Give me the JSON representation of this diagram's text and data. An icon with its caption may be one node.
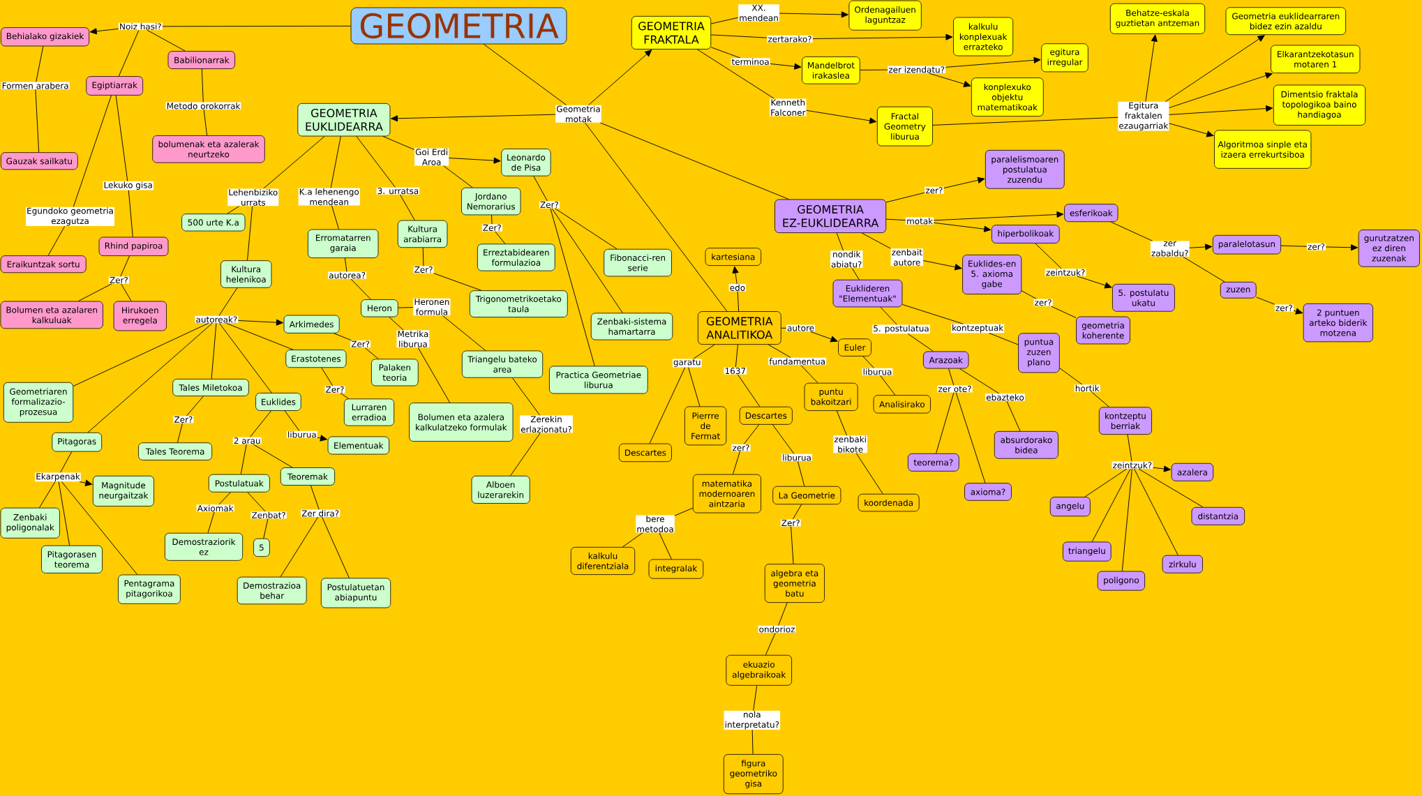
{
  "diagram": {
    "nodes": [
      {
        "text": [
          "GEOMETRIA"
        ]
      },
      {
        "text": [
          "Noiz hasi?"
        ]
      },
      {
        "text": [
          "Behialako gizakiek"
        ]
      },
      {
        "text": [
          "Formen arabera"
        ]
      },
      {
        "text": [
          "Gauzak sailkatu"
        ]
      },
      {
        "text": [
          "Babilionarrak"
        ]
      },
      {
        "text": [
          "Metodo orokorrak"
        ]
      },
      {
        "text": [
          "bolumenak eta azalerak neurtzeko"
        ]
      },
      {
        "text": [
          "Egiptiarrak"
        ]
      },
      {
        "text": [
          "Egundoko geometria ezagutza"
        ]
      },
      {
        "text": [
          "Eraikuntzak sortu"
        ]
      },
      {
        "text": [
          "Lekuko gisa"
        ]
      },
      {
        "text": [
          "Rhind papiroa"
        ]
      },
      {
        "text": [
          "Zer?"
        ]
      },
      {
        "text": [
          "Bolumen eta azalaren kalkuluak"
        ]
      },
      {
        "text": [
          "Hirukoen erregela"
        ]
      },
      {
        "text": [
          "Geometria motak"
        ]
      },
      {
        "text": [
          "GEOMETRIA EUKLIDEARRA"
        ]
      },
      {
        "text": [
          "Lehenbiziko urrats"
        ]
      },
      {
        "text": [
          "500 urte K.a"
        ]
      },
      {
        "text": [
          "Kultura helenikoa"
        ]
      },
      {
        "text": [
          "autoreak?"
        ]
      },
      {
        "text": [
          "Arkimedes"
        ]
      },
      {
        "text": [
          "Zer?"
        ]
      },
      {
        "text": [
          "Palaken teoria"
        ]
      },
      {
        "text": [
          "Erastotenes"
        ]
      },
      {
        "text": [
          "Zer?"
        ]
      },
      {
        "text": [
          "Lurraren erradioa"
        ]
      },
      {
        "text": [
          "Geometriaren formalizazio-prozesua"
        ]
      },
      {
        "text": [
          "Tales Miletokoa"
        ]
      },
      {
        "text": [
          "Zer?"
        ]
      },
      {
        "text": [
          "Tales Teorema"
        ]
      },
      {
        "text": [
          "Euklides"
        ]
      },
      {
        "text": [
          "liburua"
        ]
      },
      {
        "text": [
          "Elementuak"
        ]
      },
      {
        "text": [
          "2 arau"
        ]
      },
      {
        "text": [
          "Postulatuak"
        ]
      },
      {
        "text": [
          "Axiomak"
        ]
      },
      {
        "text": [
          "Demostraziorik ez"
        ]
      },
      {
        "text": [
          "Zenbat?"
        ]
      },
      {
        "text": [
          "5"
        ]
      },
      {
        "text": [
          "Teoremak"
        ]
      },
      {
        "text": [
          "Zer dira?"
        ]
      },
      {
        "text": [
          "Demostrazioa behar"
        ]
      },
      {
        "text": [
          "Postulatuetan abiapuntu"
        ]
      },
      {
        "text": [
          "Pitagoras"
        ]
      },
      {
        "text": [
          "Ekarpenak"
        ]
      },
      {
        "text": [
          "Magnitude neurgaitzak"
        ]
      },
      {
        "text": [
          "Zenbaki poligonalak"
        ]
      },
      {
        "text": [
          "Pitagorasen teorema"
        ]
      },
      {
        "text": [
          "Pentagrama pitagorikoa"
        ]
      },
      {
        "text": [
          "K.a lehenengo mendean"
        ]
      },
      {
        "text": [
          "Erromatarren garaia"
        ]
      },
      {
        "text": [
          "autorea?"
        ]
      },
      {
        "text": [
          "Heron"
        ]
      },
      {
        "text": [
          "Heronen formula"
        ]
      },
      {
        "text": [
          "Triangelu bateko area"
        ]
      },
      {
        "text": [
          "Zerekin erlazionatu?"
        ]
      },
      {
        "text": [
          "Alboen luzerarekin"
        ]
      },
      {
        "text": [
          "Metrika liburua"
        ]
      },
      {
        "text": [
          "Bolumen eta azalera kalkulatzeko formulak"
        ]
      },
      {
        "text": [
          "3. urratsa"
        ]
      },
      {
        "text": [
          "Kultura arabiarra"
        ]
      },
      {
        "text": [
          "Zer?"
        ]
      },
      {
        "text": [
          "Trigonometrikoetako taula"
        ]
      },
      {
        "text": [
          "Goi Erdi Aroa"
        ]
      },
      {
        "text": [
          "Leonardo de Pisa"
        ]
      },
      {
        "text": [
          "Zer?"
        ]
      },
      {
        "text": [
          "Fibonacci-ren serie"
        ]
      },
      {
        "text": [
          "Zenbaki-sistema hamartarra"
        ]
      },
      {
        "text": [
          "Practica Geometriae liburua"
        ]
      },
      {
        "text": [
          "Jordano Nemorarius"
        ]
      },
      {
        "text": [
          "Zer?"
        ]
      },
      {
        "text": [
          "Erreztabidearen formulazioa"
        ]
      },
      {
        "text": [
          "GEOMETRIA FRAKTALA"
        ]
      },
      {
        "text": [
          "XX. mendean"
        ]
      },
      {
        "text": [
          "Ordenagailuen laguntzaz"
        ]
      },
      {
        "text": [
          "zertarako?"
        ]
      },
      {
        "text": [
          "kalkulu konplexuak errazteko"
        ]
      },
      {
        "text": [
          "terminoa"
        ]
      },
      {
        "text": [
          "Mandelbrot irakaslea"
        ]
      },
      {
        "text": [
          "zer izendatu?"
        ]
      },
      {
        "text": [
          "egitura irregular"
        ]
      },
      {
        "text": [
          "konplexuko objektu matematikoak"
        ]
      },
      {
        "text": [
          "Kenneth Falconer"
        ]
      },
      {
        "text": [
          "Fractal Geometry liburua"
        ]
      },
      {
        "text": [
          "Egitura fraktalen ezaugarriak"
        ]
      },
      {
        "text": [
          "Behatze-eskala guztietan antzeman"
        ]
      },
      {
        "text": [
          "Geometria euklidearraren bidez ezin azaldu"
        ]
      },
      {
        "text": [
          "Elkarantzekotasun motaren 1"
        ]
      },
      {
        "text": [
          "Dimentsio fraktala topologikoa baino handiagoa"
        ]
      },
      {
        "text": [
          "Algoritmoa sinple eta izaera errekurtsiboa"
        ]
      },
      {
        "text": [
          "GEOMETRIA EZ-EUKLIDEARRA"
        ]
      },
      {
        "text": [
          "zer?"
        ]
      },
      {
        "text": [
          "paralelismoaren postulatua zuzendu"
        ]
      },
      {
        "text": [
          "motak"
        ]
      },
      {
        "text": [
          "esferikoak"
        ]
      },
      {
        "text": [
          "zer zabaldu?"
        ]
      },
      {
        "text": [
          "paralelotasun"
        ]
      },
      {
        "text": [
          "zer?"
        ]
      },
      {
        "text": [
          "gurutzatzen ez diren zuzenak"
        ]
      },
      {
        "text": [
          "zuzen"
        ]
      },
      {
        "text": [
          "zer?"
        ]
      },
      {
        "text": [
          "2 puntuen arteko biderik motzena"
        ]
      },
      {
        "text": [
          "hiperbolikoak"
        ]
      },
      {
        "text": [
          "zeintzuk?"
        ]
      },
      {
        "text": [
          "5. postulatu ukatu"
        ]
      },
      {
        "text": [
          "zenbait autore"
        ]
      },
      {
        "text": [
          "Euklides-en 5. axioma gabe"
        ]
      },
      {
        "text": [
          "zer?"
        ]
      },
      {
        "text": [
          "geometria koherente"
        ]
      },
      {
        "text": [
          "nondik abiatu?"
        ]
      },
      {
        "text": [
          "Euklideren \"Elementuak\""
        ]
      },
      {
        "text": [
          "5. postulatua"
        ]
      },
      {
        "text": [
          "Arazoak"
        ]
      },
      {
        "text": [
          "zer ote?"
        ]
      },
      {
        "text": [
          "teorema?"
        ]
      },
      {
        "text": [
          "axioma?"
        ]
      },
      {
        "text": [
          "ebazteko"
        ]
      },
      {
        "text": [
          "absurdorako bidea"
        ]
      },
      {
        "text": [
          "kontzeptuak"
        ]
      },
      {
        "text": [
          "puntua zuzen plano"
        ]
      },
      {
        "text": [
          "hortik"
        ]
      },
      {
        "text": [
          "kontzeptu berriak"
        ]
      },
      {
        "text": [
          "zeintzuk?"
        ]
      },
      {
        "text": [
          "azalera"
        ]
      },
      {
        "text": [
          "angelu"
        ]
      },
      {
        "text": [
          "distantzia"
        ]
      },
      {
        "text": [
          "triangelu"
        ]
      },
      {
        "text": [
          "zirkulu"
        ]
      },
      {
        "text": [
          "poligono"
        ]
      },
      {
        "text": [
          "GEOMETRIA ANALITIKOA"
        ]
      },
      {
        "text": [
          "edo"
        ]
      },
      {
        "text": [
          "kartesiana"
        ]
      },
      {
        "text": [
          "autore"
        ]
      },
      {
        "text": [
          "Euler"
        ]
      },
      {
        "text": [
          "liburua"
        ]
      },
      {
        "text": [
          "Analisirako"
        ]
      },
      {
        "text": [
          "fundamentua"
        ]
      },
      {
        "text": [
          "puntu bakoitzari"
        ]
      },
      {
        "text": [
          "zenbaki bikote"
        ]
      },
      {
        "text": [
          "koordenada"
        ]
      },
      {
        "text": [
          "garatu"
        ]
      },
      {
        "text": [
          "Descartes"
        ]
      },
      {
        "text": [
          "Pierrre de Fermat"
        ]
      },
      {
        "text": [
          "1637"
        ]
      },
      {
        "text": [
          "Descartes"
        ]
      },
      {
        "text": [
          "zer?"
        ]
      },
      {
        "text": [
          "matematika modernoaren aintzaria"
        ]
      },
      {
        "text": [
          "bere metodoa"
        ]
      },
      {
        "text": [
          "kalkulu diferentziala"
        ]
      },
      {
        "text": [
          "integralak"
        ]
      },
      {
        "text": [
          "liburua"
        ]
      },
      {
        "text": [
          "La Geometrie"
        ]
      },
      {
        "text": [
          "Zer?"
        ]
      },
      {
        "text": [
          "algebra eta geometria batu"
        ]
      },
      {
        "text": [
          "ondorioz"
        ]
      },
      {
        "text": [
          "ekuazio algebraikoak"
        ]
      },
      {
        "text": [
          "nola interpretatu?"
        ]
      },
      {
        "text": [
          "figura geometriko gisa"
        ]
      }
    ],
    "edges": [
      {
        "from": 0,
        "to": 1,
        "arrow": "none"
      },
      {
        "from": 1,
        "to": 2,
        "arrow": "to"
      },
      {
        "from": 1,
        "to": 8,
        "arrow": "none"
      },
      {
        "from": 1,
        "to": 5,
        "arrow": "none"
      },
      {
        "from": 2,
        "to": 3,
        "arrow": "none"
      },
      {
        "from": 3,
        "to": 4,
        "arrow": "none"
      },
      {
        "from": 5,
        "to": 6,
        "arrow": "none"
      },
      {
        "from": 6,
        "to": 7,
        "arrow": "none"
      },
      {
        "from": 8,
        "to": 9,
        "arrow": "none"
      },
      {
        "from": 9,
        "to": 10,
        "arrow": "none"
      },
      {
        "from": 8,
        "to": 11,
        "arrow": "none"
      },
      {
        "from": 11,
        "to": 12,
        "arrow": "none"
      },
      {
        "from": 12,
        "to": 13,
        "arrow": "none"
      },
      {
        "from": 13,
        "to": 14,
        "arrow": "none"
      },
      {
        "from": 13,
        "to": 15,
        "arrow": "none"
      },
      {
        "from": 0,
        "to": 16,
        "arrow": "none"
      },
      {
        "from": 16,
        "to": 17,
        "arrow": "to"
      },
      {
        "from": 16,
        "to": 74,
        "arrow": "to"
      },
      {
        "from": 16,
        "to": 92,
        "arrow": "none"
      },
      {
        "from": 16,
        "to": 131,
        "arrow": "none"
      },
      {
        "from": 17,
        "to": 18,
        "arrow": "none"
      },
      {
        "from": 18,
        "to": 19,
        "arrow": "none"
      },
      {
        "from": 18,
        "to": 20,
        "arrow": "none"
      },
      {
        "from": 20,
        "to": 21,
        "arrow": "none"
      },
      {
        "from": 21,
        "to": 22,
        "arrow": "to"
      },
      {
        "from": 21,
        "to": 25,
        "arrow": "none"
      },
      {
        "from": 21,
        "to": 32,
        "arrow": "none"
      },
      {
        "from": 21,
        "to": 29,
        "arrow": "none"
      },
      {
        "from": 21,
        "to": 45,
        "arrow": "none"
      },
      {
        "from": 21,
        "to": 28,
        "arrow": "none"
      },
      {
        "from": 22,
        "to": 23,
        "arrow": "none"
      },
      {
        "from": 23,
        "to": 24,
        "arrow": "none"
      },
      {
        "from": 25,
        "to": 26,
        "arrow": "none"
      },
      {
        "from": 26,
        "to": 27,
        "arrow": "none"
      },
      {
        "from": 29,
        "to": 30,
        "arrow": "none"
      },
      {
        "from": 30,
        "to": 31,
        "arrow": "none"
      },
      {
        "from": 32,
        "to": 33,
        "arrow": "none"
      },
      {
        "from": 33,
        "to": 34,
        "arrow": "to"
      },
      {
        "from": 32,
        "to": 35,
        "arrow": "none"
      },
      {
        "from": 35,
        "to": 36,
        "arrow": "none"
      },
      {
        "from": 35,
        "to": 41,
        "arrow": "none"
      },
      {
        "from": 36,
        "to": 37,
        "arrow": "none"
      },
      {
        "from": 37,
        "to": 38,
        "arrow": "none"
      },
      {
        "from": 36,
        "to": 39,
        "arrow": "none"
      },
      {
        "from": 39,
        "to": 40,
        "arrow": "none"
      },
      {
        "from": 41,
        "to": 42,
        "arrow": "none"
      },
      {
        "from": 42,
        "to": 43,
        "arrow": "none"
      },
      {
        "from": 42,
        "to": 44,
        "arrow": "none"
      },
      {
        "from": 45,
        "to": 46,
        "arrow": "none"
      },
      {
        "from": 46,
        "to": 47,
        "arrow": "to"
      },
      {
        "from": 46,
        "to": 48,
        "arrow": "none"
      },
      {
        "from": 46,
        "to": 49,
        "arrow": "none"
      },
      {
        "from": 46,
        "to": 50,
        "arrow": "none"
      },
      {
        "from": 17,
        "to": 51,
        "arrow": "none"
      },
      {
        "from": 51,
        "to": 52,
        "arrow": "none"
      },
      {
        "from": 52,
        "to": 53,
        "arrow": "none"
      },
      {
        "from": 53,
        "to": 54,
        "arrow": "none"
      },
      {
        "from": 54,
        "to": 55,
        "arrow": "none"
      },
      {
        "from": 55,
        "to": 56,
        "arrow": "none"
      },
      {
        "from": 56,
        "to": 57,
        "arrow": "none"
      },
      {
        "from": 57,
        "to": 58,
        "arrow": "none"
      },
      {
        "from": 54,
        "to": 59,
        "arrow": "none"
      },
      {
        "from": 59,
        "to": 60,
        "arrow": "none"
      },
      {
        "from": 17,
        "to": 61,
        "arrow": "none"
      },
      {
        "from": 61,
        "to": 62,
        "arrow": "none"
      },
      {
        "from": 62,
        "to": 63,
        "arrow": "none"
      },
      {
        "from": 63,
        "to": 64,
        "arrow": "none"
      },
      {
        "from": 17,
        "to": 65,
        "arrow": "none"
      },
      {
        "from": 65,
        "to": 66,
        "arrow": "to"
      },
      {
        "from": 65,
        "to": 71,
        "arrow": "none"
      },
      {
        "from": 66,
        "to": 67,
        "arrow": "none"
      },
      {
        "from": 67,
        "to": 68,
        "arrow": "none"
      },
      {
        "from": 67,
        "to": 69,
        "arrow": "none"
      },
      {
        "from": 67,
        "to": 70,
        "arrow": "none"
      },
      {
        "from": 71,
        "to": 72,
        "arrow": "none"
      },
      {
        "from": 72,
        "to": 73,
        "arrow": "none"
      },
      {
        "from": 74,
        "to": 75,
        "arrow": "none"
      },
      {
        "from": 75,
        "to": 76,
        "arrow": "to"
      },
      {
        "from": 74,
        "to": 77,
        "arrow": "none"
      },
      {
        "from": 77,
        "to": 78,
        "arrow": "to"
      },
      {
        "from": 74,
        "to": 79,
        "arrow": "none"
      },
      {
        "from": 79,
        "to": 80,
        "arrow": "to"
      },
      {
        "from": 80,
        "to": 81,
        "arrow": "none"
      },
      {
        "from": 81,
        "to": 82,
        "arrow": "to"
      },
      {
        "from": 81,
        "to": 83,
        "arrow": "to"
      },
      {
        "from": 74,
        "to": 84,
        "arrow": "none"
      },
      {
        "from": 84,
        "to": 85,
        "arrow": "to"
      },
      {
        "from": 85,
        "to": 86,
        "arrow": "none"
      },
      {
        "from": 86,
        "to": 87,
        "arrow": "to"
      },
      {
        "from": 86,
        "to": 88,
        "arrow": "to"
      },
      {
        "from": 86,
        "to": 89,
        "arrow": "to"
      },
      {
        "from": 86,
        "to": 90,
        "arrow": "to"
      },
      {
        "from": 86,
        "to": 91,
        "arrow": "to"
      },
      {
        "from": 92,
        "to": 93,
        "arrow": "none"
      },
      {
        "from": 93,
        "to": 94,
        "arrow": "to"
      },
      {
        "from": 92,
        "to": 95,
        "arrow": "none"
      },
      {
        "from": 95,
        "to": 96,
        "arrow": "to"
      },
      {
        "from": 95,
        "to": 104,
        "arrow": "to"
      },
      {
        "from": 96,
        "to": 97,
        "arrow": "none"
      },
      {
        "from": 97,
        "to": 98,
        "arrow": "to"
      },
      {
        "from": 97,
        "to": 101,
        "arrow": "none"
      },
      {
        "from": 98,
        "to": 99,
        "arrow": "none"
      },
      {
        "from": 99,
        "to": 100,
        "arrow": "to"
      },
      {
        "from": 101,
        "to": 102,
        "arrow": "none"
      },
      {
        "from": 102,
        "to": 103,
        "arrow": "to"
      },
      {
        "from": 104,
        "to": 105,
        "arrow": "none"
      },
      {
        "from": 105,
        "to": 106,
        "arrow": "to"
      },
      {
        "from": 92,
        "to": 107,
        "arrow": "none"
      },
      {
        "from": 107,
        "to": 108,
        "arrow": "to"
      },
      {
        "from": 108,
        "to": 109,
        "arrow": "none"
      },
      {
        "from": 109,
        "to": 110,
        "arrow": "none"
      },
      {
        "from": 92,
        "to": 111,
        "arrow": "none"
      },
      {
        "from": 111,
        "to": 112,
        "arrow": "none"
      },
      {
        "from": 112,
        "to": 113,
        "arrow": "none"
      },
      {
        "from": 113,
        "to": 114,
        "arrow": "none"
      },
      {
        "from": 114,
        "to": 115,
        "arrow": "none"
      },
      {
        "from": 115,
        "to": 116,
        "arrow": "none"
      },
      {
        "from": 115,
        "to": 117,
        "arrow": "none"
      },
      {
        "from": 114,
        "to": 118,
        "arrow": "none"
      },
      {
        "from": 118,
        "to": 119,
        "arrow": "none"
      },
      {
        "from": 112,
        "to": 120,
        "arrow": "none"
      },
      {
        "from": 120,
        "to": 121,
        "arrow": "none"
      },
      {
        "from": 121,
        "to": 122,
        "arrow": "none"
      },
      {
        "from": 122,
        "to": 123,
        "arrow": "none"
      },
      {
        "from": 123,
        "to": 124,
        "arrow": "none"
      },
      {
        "from": 124,
        "to": 125,
        "arrow": "to"
      },
      {
        "from": 124,
        "to": 126,
        "arrow": "none"
      },
      {
        "from": 124,
        "to": 127,
        "arrow": "none"
      },
      {
        "from": 124,
        "to": 128,
        "arrow": "none"
      },
      {
        "from": 124,
        "to": 129,
        "arrow": "none"
      },
      {
        "from": 124,
        "to": 130,
        "arrow": "none"
      },
      {
        "from": 131,
        "to": 132,
        "arrow": "none"
      },
      {
        "from": 132,
        "to": 133,
        "arrow": "to"
      },
      {
        "from": 131,
        "to": 134,
        "arrow": "none"
      },
      {
        "from": 134,
        "to": 135,
        "arrow": "to"
      },
      {
        "from": 135,
        "to": 136,
        "arrow": "none"
      },
      {
        "from": 136,
        "to": 137,
        "arrow": "none"
      },
      {
        "from": 131,
        "to": 138,
        "arrow": "none"
      },
      {
        "from": 138,
        "to": 139,
        "arrow": "none"
      },
      {
        "from": 139,
        "to": 140,
        "arrow": "none"
      },
      {
        "from": 140,
        "to": 141,
        "arrow": "none"
      },
      {
        "from": 131,
        "to": 142,
        "arrow": "none"
      },
      {
        "from": 142,
        "to": 143,
        "arrow": "none"
      },
      {
        "from": 142,
        "to": 144,
        "arrow": "none"
      },
      {
        "from": 131,
        "to": 145,
        "arrow": "none"
      },
      {
        "from": 145,
        "to": 146,
        "arrow": "none"
      },
      {
        "from": 146,
        "to": 147,
        "arrow": "none"
      },
      {
        "from": 147,
        "to": 148,
        "arrow": "none"
      },
      {
        "from": 148,
        "to": 149,
        "arrow": "none"
      },
      {
        "from": 149,
        "to": 150,
        "arrow": "none"
      },
      {
        "from": 149,
        "to": 151,
        "arrow": "none"
      },
      {
        "from": 146,
        "to": 152,
        "arrow": "none"
      },
      {
        "from": 152,
        "to": 153,
        "arrow": "none"
      },
      {
        "from": 153,
        "to": 154,
        "arrow": "none"
      },
      {
        "from": 154,
        "to": 155,
        "arrow": "none"
      },
      {
        "from": 155,
        "to": 156,
        "arrow": "none"
      },
      {
        "from": 156,
        "to": 157,
        "arrow": "none"
      },
      {
        "from": 157,
        "to": 158,
        "arrow": "none"
      },
      {
        "from": 158,
        "to": 159,
        "arrow": "none"
      }
    ]
  }
}
